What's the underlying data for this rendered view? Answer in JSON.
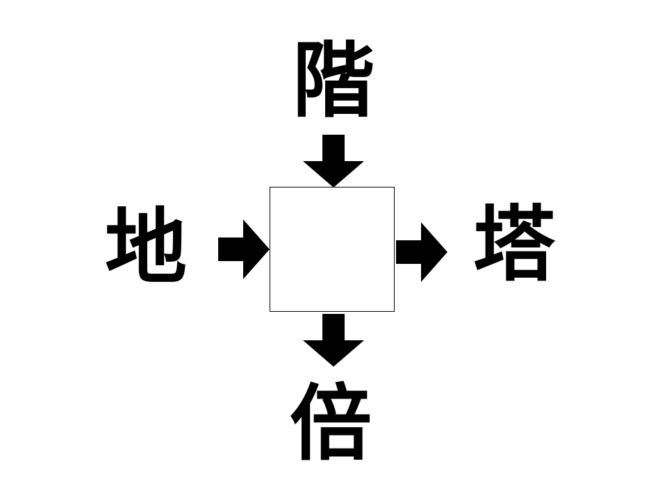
{
  "puzzle": {
    "top_kanji": "階",
    "left_kanji": "地",
    "right_kanji": "塔",
    "bottom_kanji": "倍",
    "answer": ""
  },
  "colors": {
    "ink": "#000000",
    "background": "#ffffff"
  },
  "icons": {
    "arrow_top": "arrow-down-icon",
    "arrow_left": "arrow-right-icon",
    "arrow_right": "arrow-right-icon",
    "arrow_bottom": "arrow-down-icon"
  }
}
